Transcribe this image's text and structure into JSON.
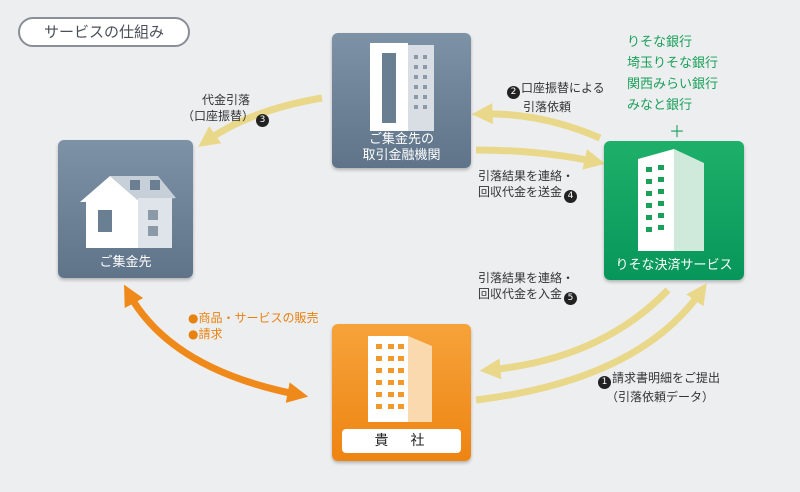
{
  "title": "サービスの仕組み",
  "nodes": {
    "bank": {
      "label_line1": "ご集金先の",
      "label_line2": "取引金融機関"
    },
    "customer": {
      "label": "ご集金先"
    },
    "risona": {
      "label": "りそな決済サービス"
    },
    "company": {
      "label": "貴　社"
    }
  },
  "banks": [
    "りそな銀行",
    "埼玉りそな銀行",
    "関西みらい銀行",
    "みなと銀行"
  ],
  "plus": "＋",
  "steps": {
    "step1": {
      "num": "1",
      "line1": "請求書明細をご提出",
      "line2": "（引落依頼データ）"
    },
    "step2": {
      "num": "2",
      "line1": "口座振替による",
      "line2": "引落依頼"
    },
    "step3": {
      "num": "3",
      "line1": "代金引落",
      "line2": "（口座振替）"
    },
    "step4": {
      "num": "4",
      "line1": "引落結果を連絡・",
      "line2": "回収代金を送金"
    },
    "step5": {
      "num": "5",
      "line1": "引落結果を連絡・",
      "line2": "回収代金を入金"
    }
  },
  "sales": {
    "line1": "●商品・サービスの販売",
    "line2": "●請求"
  },
  "colors": {
    "yellow_arrow": "#ead88a",
    "orange_arrow": "#ef8a1a",
    "green_text": "#1aa05a",
    "gray_node": "#6b8196"
  }
}
